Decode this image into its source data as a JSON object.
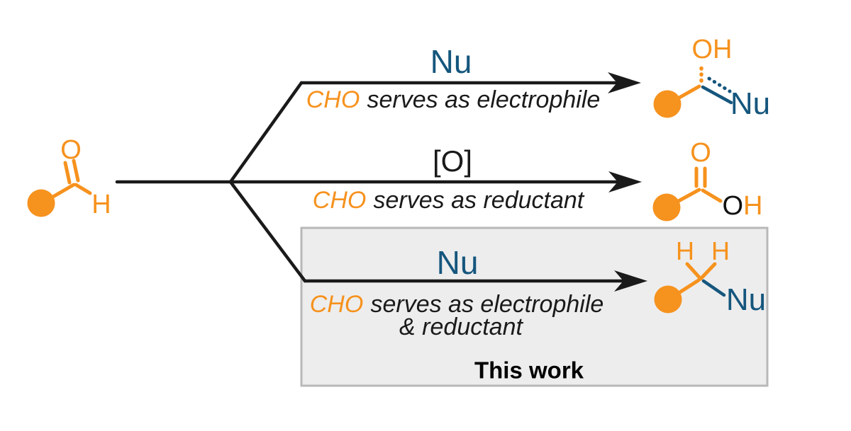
{
  "figure": {
    "colors": {
      "orange": "#F6921E",
      "blue": "#15567D",
      "ink": "#1A1A1A",
      "box-fill": "#EDEDED",
      "box-border": "#B8B8B8",
      "background": "#FFFFFF"
    },
    "reactant": {
      "o": "O",
      "h": "H"
    },
    "pathway_top": {
      "reagent": "Nu",
      "cho": "CHO",
      "role": "serves as electrophile",
      "product": {
        "oh": "OH",
        "nu": "Nu"
      }
    },
    "pathway_mid": {
      "reagent": "[O]",
      "cho": "CHO",
      "role": "serves as reductant",
      "product": {
        "o": "O",
        "oh_o": "O",
        "oh_h": "H"
      }
    },
    "pathway_bottom": {
      "reagent": "Nu",
      "cho": "CHO",
      "role": "serves as electrophile",
      "role2": "& reductant",
      "badge": "This work",
      "product": {
        "h1": "H",
        "h2": "H",
        "nu": "Nu"
      }
    }
  }
}
